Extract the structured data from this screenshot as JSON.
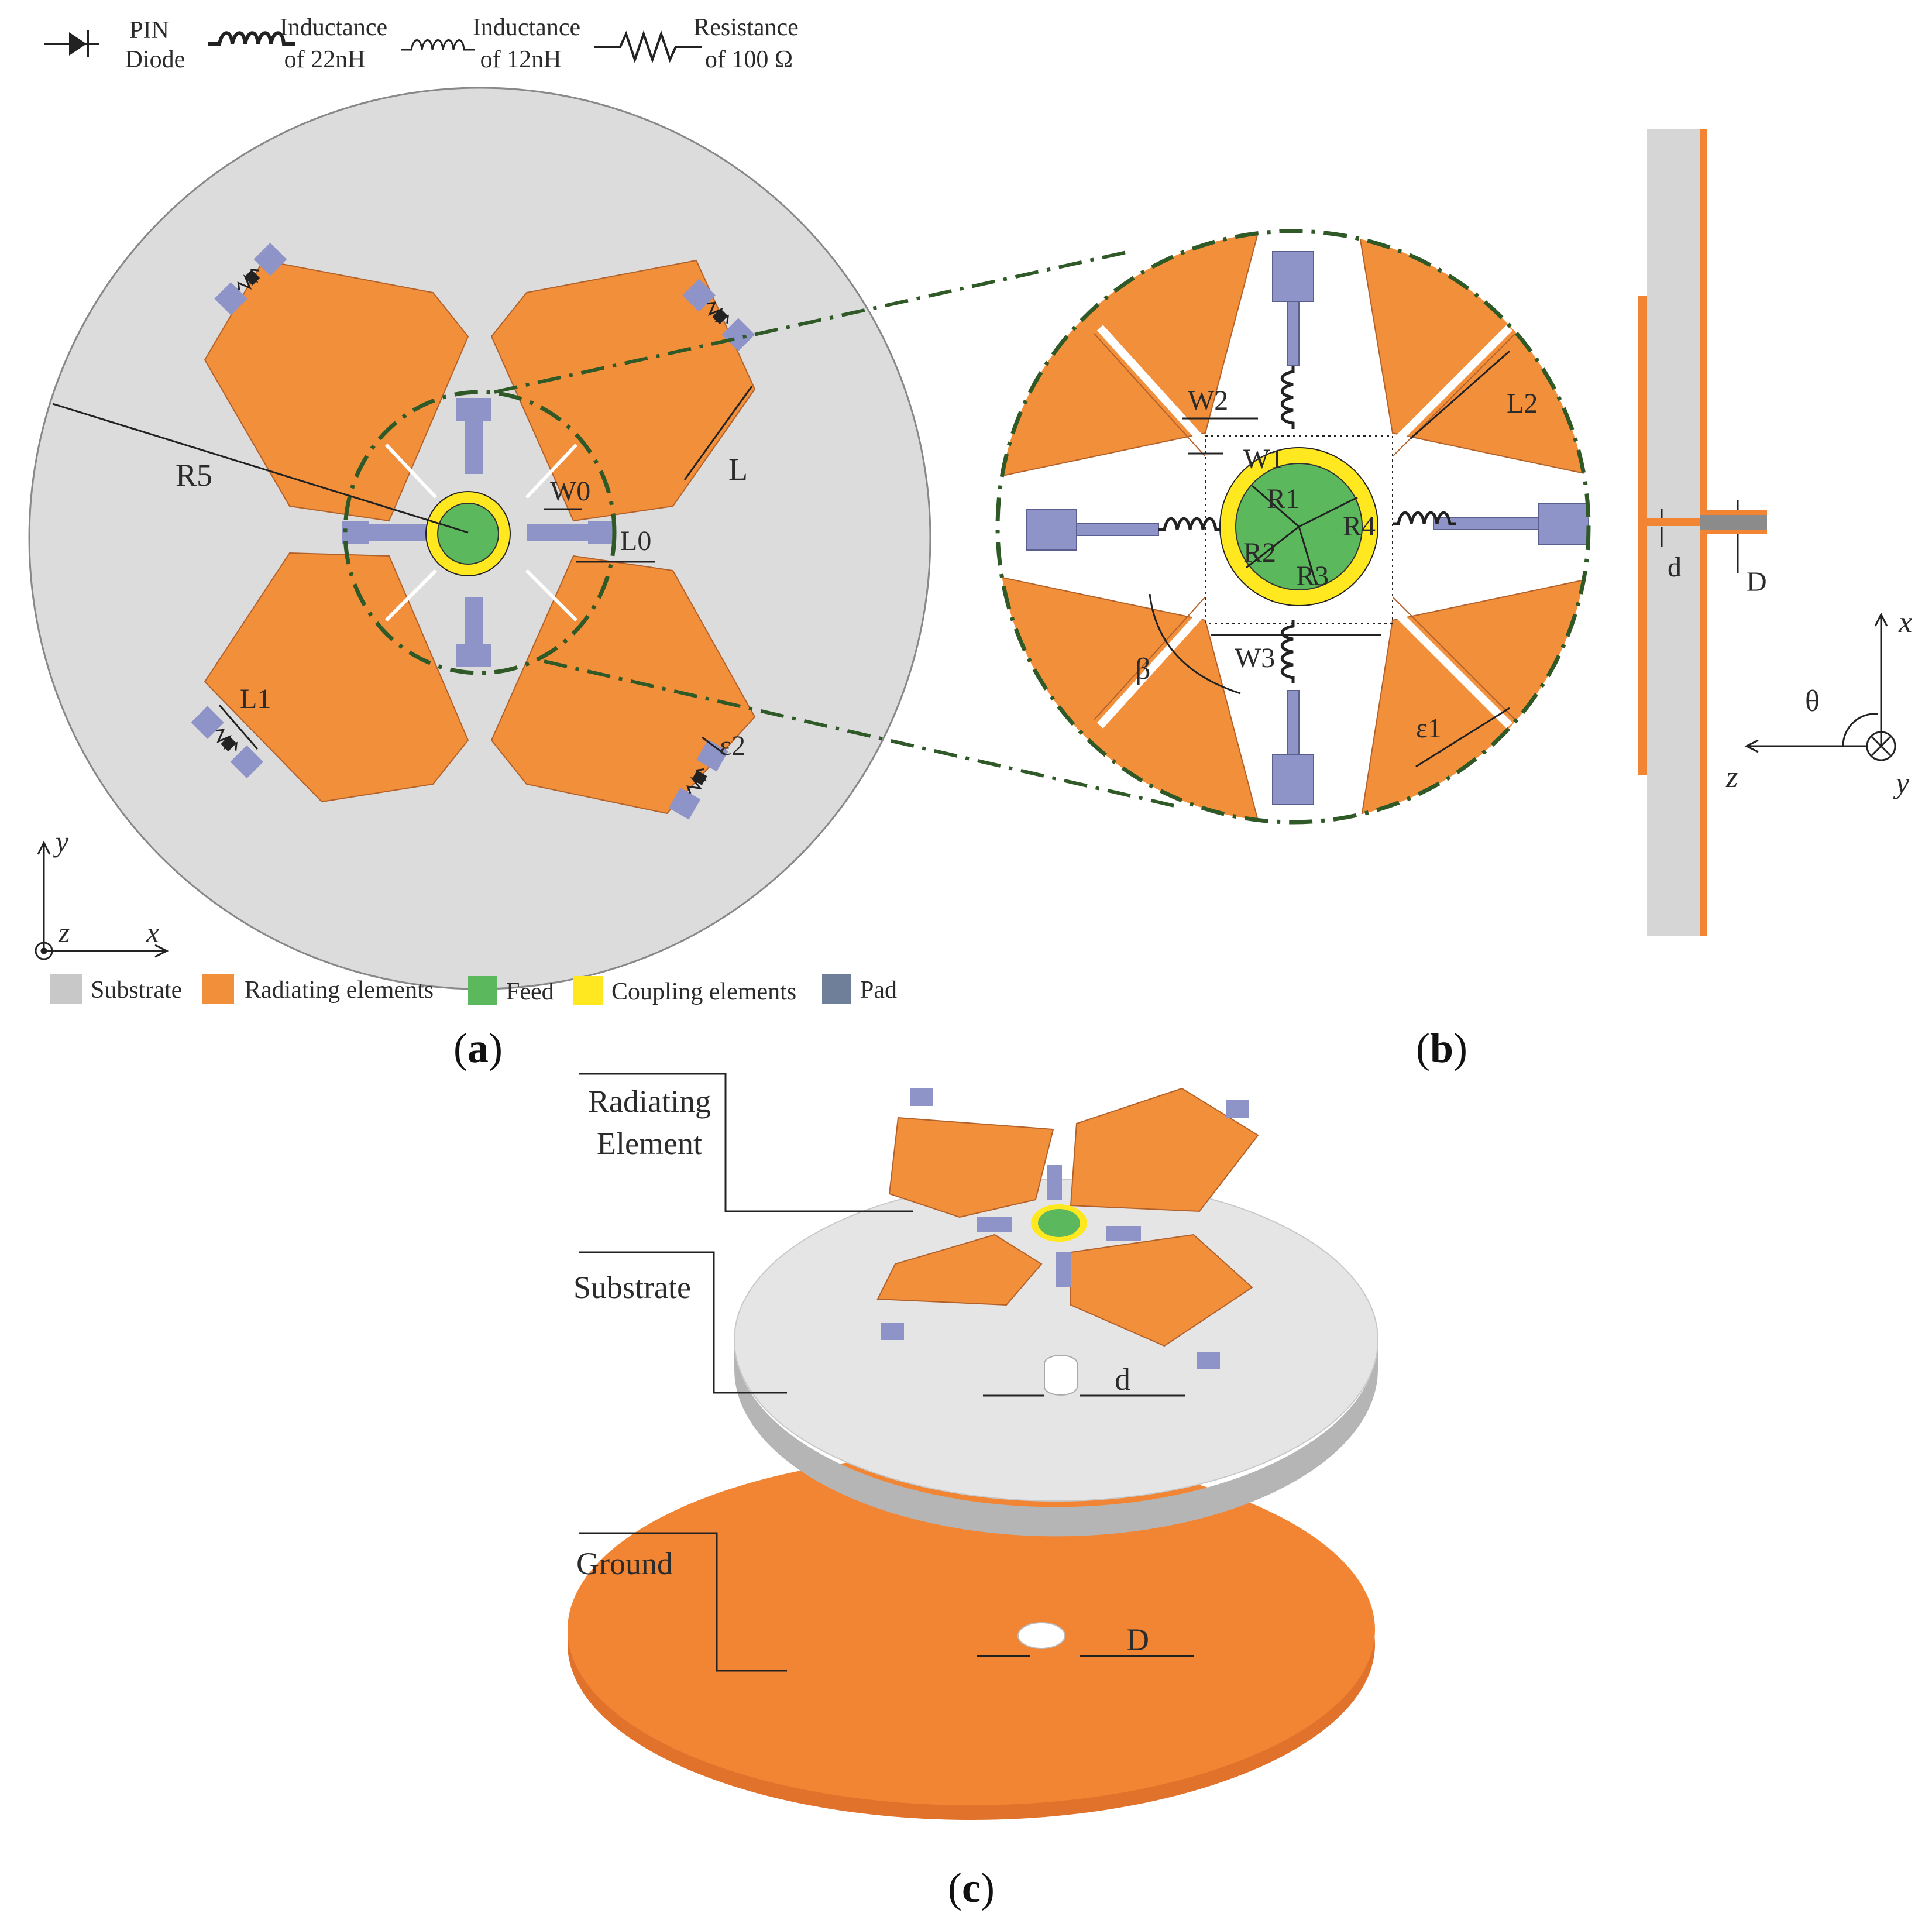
{
  "component_legend": {
    "pin_diode": [
      "PIN",
      "Diode"
    ],
    "inductance_22": [
      "Inductance",
      "of 22nH"
    ],
    "inductance_12": [
      "Inductance",
      "of 12nH"
    ],
    "resistance": [
      "Resistance",
      "of 100 Ω"
    ]
  },
  "material_legend": {
    "substrate": "Substrate",
    "radiating": "Radiating elements",
    "feed": "Feed",
    "coupling": "Coupling elements",
    "pad": "Pad"
  },
  "colors": {
    "substrate": "#dcdcdc",
    "radiating": "#f28f3b",
    "feed": "#5cb85c",
    "coupling": "#ffe81f",
    "pad": "#8f94c8",
    "pad_legend": "#6f7f99",
    "dash_line": "#2f5a27",
    "ground": "#f28534"
  },
  "panel_a": {
    "caption": "a",
    "dims": {
      "R5": "R5",
      "L": "L",
      "W0": "W0",
      "L0": "L0",
      "L1": "L1",
      "e2": "ε2"
    },
    "axes": {
      "y": "y",
      "z": "z",
      "x": "x"
    }
  },
  "panel_b": {
    "caption": "b",
    "dims": {
      "W2": "W2",
      "W1": "W1",
      "R1": "R1",
      "R2": "R2",
      "R3": "R3",
      "R4": "R4",
      "L2": "L2",
      "W3": "W3",
      "beta": "β",
      "e1": "ε1",
      "d": "d",
      "D": "D"
    },
    "axes": {
      "x": "x",
      "theta": "θ",
      "z": "z",
      "y": "y"
    }
  },
  "panel_c": {
    "caption": "c",
    "labels": {
      "radiating": [
        "Radiating",
        "Element"
      ],
      "substrate": "Substrate",
      "ground": "Ground",
      "d": "d",
      "D": "D"
    }
  }
}
